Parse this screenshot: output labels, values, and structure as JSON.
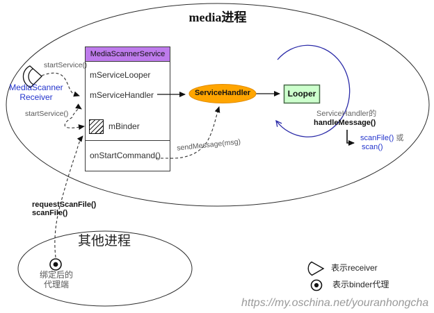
{
  "title": "media进程",
  "watermark": "https://my.oschina.net/youranhongcha",
  "colors": {
    "header_purple": "#BE7BEC",
    "handler_orange": "#FFA500",
    "handler_orange_border": "#E08A00",
    "looper_green": "#CCFFCC",
    "looper_border": "#476847",
    "blue_text": "#2233CC",
    "loop_arc_blue": "#2B2BA8"
  },
  "service_box": {
    "header": "MediaScannerService",
    "field_looper": "mServiceLooper",
    "field_handler": "mServiceHandler",
    "field_binder": "mBinder",
    "method": "onStartCommand()"
  },
  "nodes": {
    "service_handler": "ServiceHandler",
    "looper": "Looper"
  },
  "receiver": {
    "line1": "MediaScanner",
    "line2": "Receiver"
  },
  "labels": {
    "start_service_top": "startService()",
    "start_service_bottom": "startService()",
    "send_message": "sendMessage(msg)",
    "request_scan_file": "requestScanFile()",
    "scan_file": "scanFile()",
    "handler_possessive": "ServiceHandler的",
    "handle_message": "handleMessage()",
    "scan_file_call": "scanFile()",
    "or_word": "或",
    "scan_call": "scan()"
  },
  "other_process": {
    "title": "其他进程",
    "proxy_line1": "绑定后的",
    "proxy_line2": "代理端"
  },
  "legend": {
    "receiver_label": "表示receiver",
    "binder_label": "表示binder代理"
  }
}
